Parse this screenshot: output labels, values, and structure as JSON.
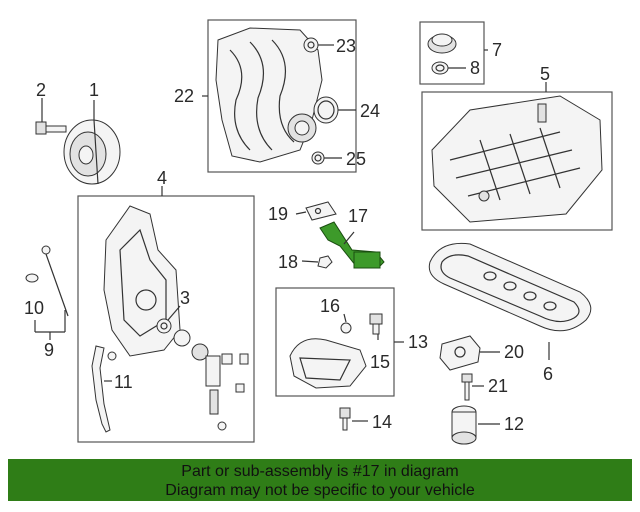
{
  "callouts": {
    "c1": "1",
    "c2": "2",
    "c3": "3",
    "c4": "4",
    "c5": "5",
    "c6": "6",
    "c7": "7",
    "c8": "8",
    "c9": "9",
    "c10": "10",
    "c11": "11",
    "c12": "12",
    "c13": "13",
    "c14": "14",
    "c15": "15",
    "c16": "16",
    "c17": "17",
    "c18": "18",
    "c19": "19",
    "c20": "20",
    "c21": "21",
    "c22": "22",
    "c23": "23",
    "c24": "24",
    "c25": "25"
  },
  "highlight_color": "#2f7d17",
  "banner": {
    "line1": "Part or sub-assembly is #17 in diagram",
    "line2": "Diagram may not be specific to your vehicle"
  }
}
